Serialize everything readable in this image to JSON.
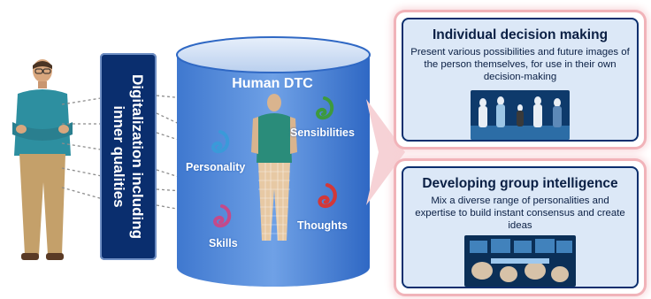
{
  "banner": {
    "text": "Digitalization including inner qualities"
  },
  "cylinder": {
    "title": "Human DTC",
    "labels": {
      "sensibilities": "Sensibilities",
      "personality": "Personality",
      "thoughts": "Thoughts",
      "skills": "Skills"
    }
  },
  "panels": [
    {
      "title": "Individual decision making",
      "body": "Present various possibilities and future images of the person themselves, for use in their own decision-making"
    },
    {
      "title": "Developing group intelligence",
      "body": "Mix a diverse range of personalities  and expertise  to build instant  consensus and create ideas"
    }
  ],
  "colors": {
    "banner": "#0a2e6e",
    "cylinder_top": "#c9d9f2",
    "cylinder_body": "#4f86d6",
    "panel_bg": "#dce8f7",
    "panel_border": "#0a2e6e",
    "glow": "#f1b3b9",
    "arrow": "#f6d2d6"
  }
}
